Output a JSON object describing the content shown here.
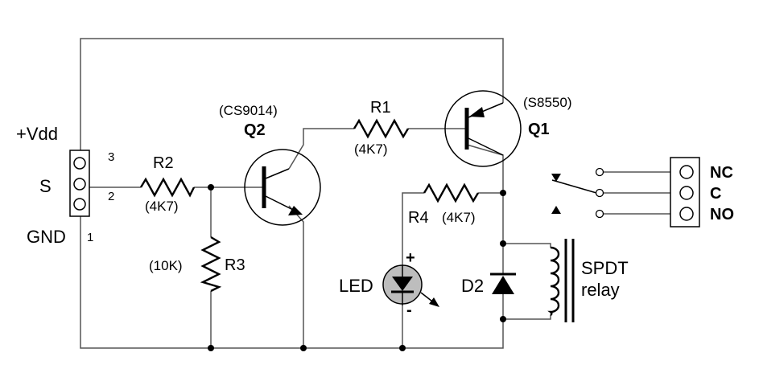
{
  "input_connector": {
    "vdd_label": "+Vdd",
    "signal_label": "S",
    "gnd_label": "GND",
    "pin_3": "3",
    "pin_2": "2",
    "pin_1": "1"
  },
  "r2": {
    "name": "R2",
    "value": "(4K7)"
  },
  "r3": {
    "name": "R3",
    "value": "(10K)"
  },
  "q2": {
    "part_number": "(CS9014)",
    "name": "Q2"
  },
  "r1": {
    "name": "R1",
    "value": "(4K7)"
  },
  "q1": {
    "part_number": "(S8550)",
    "name": "Q1"
  },
  "r4": {
    "name": "R4",
    "value": "(4K7)"
  },
  "led": {
    "name": "LED",
    "plus": "+",
    "minus": "-"
  },
  "d2": {
    "name": "D2"
  },
  "relay": {
    "line1": "SPDT",
    "line2": "relay"
  },
  "output_connector": {
    "nc": "NC",
    "c": "C",
    "no": "NO"
  }
}
